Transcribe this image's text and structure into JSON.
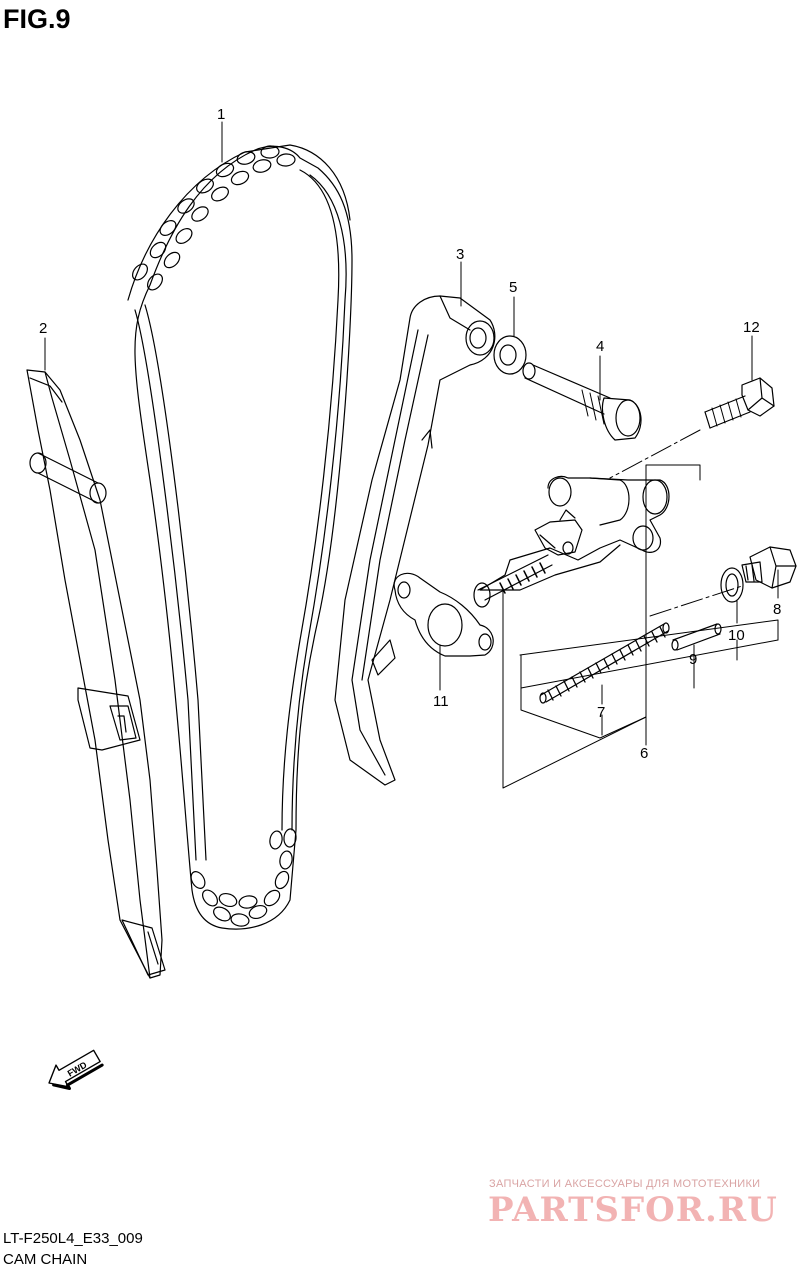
{
  "figure": {
    "title": "FIG.9"
  },
  "callouts": [
    {
      "id": "c1",
      "label": "1"
    },
    {
      "id": "c2",
      "label": "2"
    },
    {
      "id": "c3",
      "label": "3"
    },
    {
      "id": "c4",
      "label": "4"
    },
    {
      "id": "c5",
      "label": "5"
    },
    {
      "id": "c6",
      "label": "6"
    },
    {
      "id": "c7",
      "label": "7"
    },
    {
      "id": "c8",
      "label": "8"
    },
    {
      "id": "c9",
      "label": "9"
    },
    {
      "id": "c10",
      "label": "10"
    },
    {
      "id": "c11",
      "label": "11"
    },
    {
      "id": "c12",
      "label": "12"
    }
  ],
  "fwd_arrow": {
    "label": "FWD"
  },
  "caption": {
    "code": "LT-F250L4_E33_009",
    "name": "CAM CHAIN"
  },
  "watermark": {
    "tagline": "ЗАПЧАСТИ И АКСЕССУАРЫ ДЛЯ МОТОТЕХНИКИ",
    "logo": "PARTSFOR.RU"
  },
  "colors": {
    "line": "#000000",
    "background": "#ffffff",
    "watermark": "#f2b3b3"
  }
}
